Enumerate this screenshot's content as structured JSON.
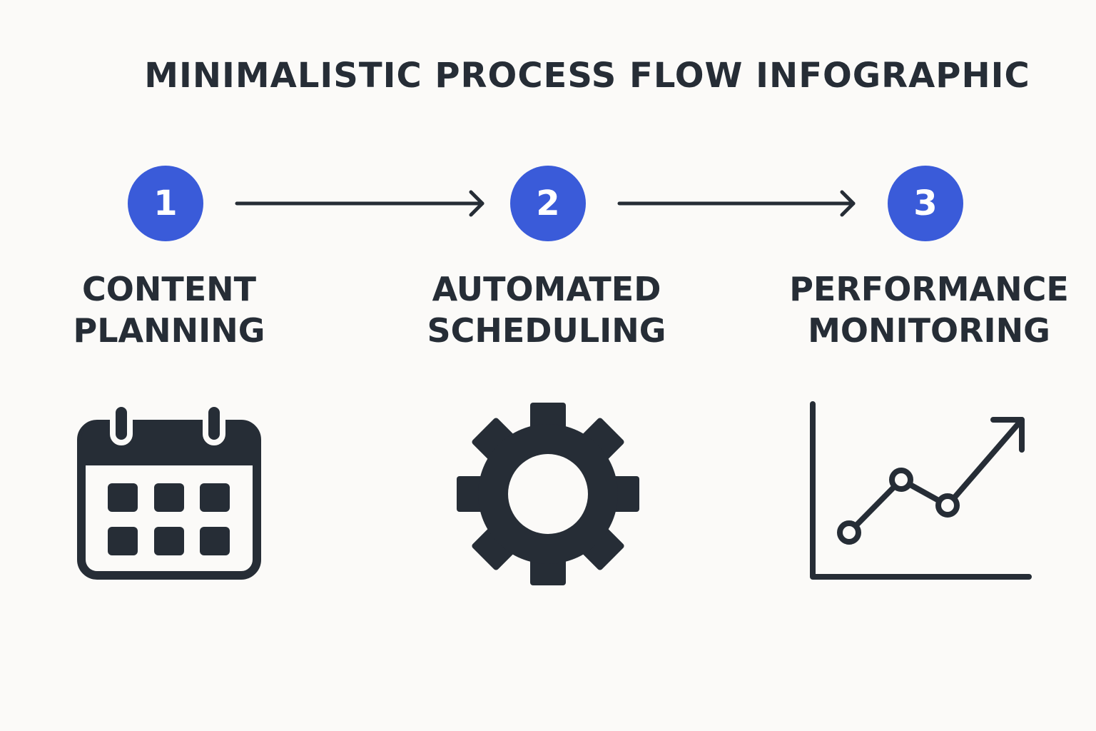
{
  "title": "MINIMALISTIC PROCESS FLOW INFOGRAPHIC",
  "colors": {
    "accent": "#3a5bd9",
    "ink": "#262d36",
    "background": "#fbfaf8"
  },
  "steps": [
    {
      "number": "1",
      "label_line1": "CONTENT",
      "label_line2": "PLANNING",
      "icon": "calendar-icon"
    },
    {
      "number": "2",
      "label_line1": "AUTOMATED",
      "label_line2": "SCHEDULING",
      "icon": "gear-icon"
    },
    {
      "number": "3",
      "label_line1": "PERFORMANCE",
      "label_line2": "MONITORING",
      "icon": "line-chart-icon"
    }
  ]
}
